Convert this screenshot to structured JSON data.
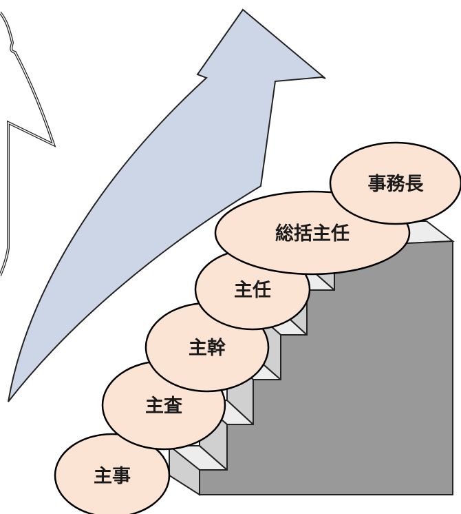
{
  "ranks": [
    {
      "label": "主事"
    },
    {
      "label": "主査"
    },
    {
      "label": "主幹"
    },
    {
      "label": "主任"
    },
    {
      "label": "総括主任"
    },
    {
      "label": "事務長"
    }
  ],
  "colors": {
    "oval_fill": "#fce4d4",
    "stair_front": "#999999",
    "stair_top": "#ededed",
    "stair_riser": "#d0d0d0",
    "arrow_fill": "#cdd6e6",
    "outline": "#000000"
  }
}
